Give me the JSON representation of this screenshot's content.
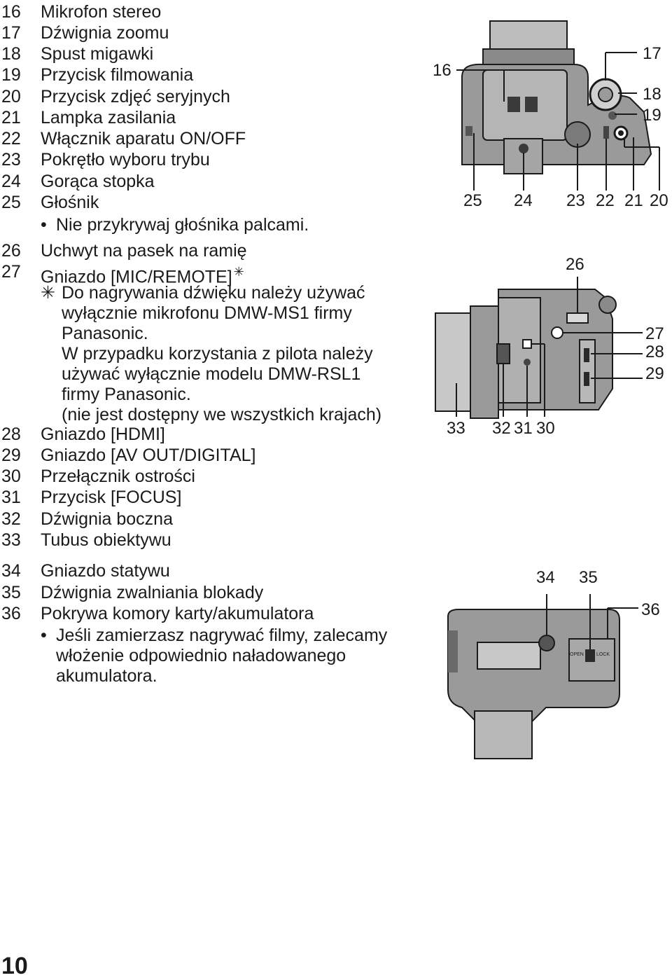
{
  "items_a": [
    {
      "num": "16",
      "text": "Mikrofon stereo"
    },
    {
      "num": "17",
      "text": "Dźwignia zoomu"
    },
    {
      "num": "18",
      "text": "Spust migawki"
    },
    {
      "num": "19",
      "text": "Przycisk filmowania"
    },
    {
      "num": "20",
      "text": "Przycisk zdjęć seryjnych"
    },
    {
      "num": "21",
      "text": "Lampka zasilania"
    },
    {
      "num": "22",
      "text": "Włącznik aparatu ON/OFF"
    },
    {
      "num": "23",
      "text": "Pokrętło wyboru trybu"
    },
    {
      "num": "24",
      "text": "Gorąca stopka"
    },
    {
      "num": "25",
      "text": "Głośnik"
    }
  ],
  "item25_bullet": "Nie przykrywaj głośnika palcami.",
  "item26": {
    "num": "26",
    "text": "Uchwyt na pasek na ramię"
  },
  "item27": {
    "num": "27",
    "text": "Gniazdo [MIC/REMOTE]",
    "star": "✳"
  },
  "note": {
    "asterisk": "✳",
    "lines": [
      "Do nagrywania dźwięku należy używać",
      "wyłącznie mikrofonu DMW-MS1 firmy",
      "Panasonic.",
      "W przypadku korzystania z pilota należy",
      "używać wyłącznie modelu DMW-RSL1",
      "firmy Panasonic.",
      "(nie jest dostępny we wszystkich krajach)"
    ]
  },
  "items_b": [
    {
      "num": "28",
      "text": "Gniazdo [HDMI]"
    },
    {
      "num": "29",
      "text": "Gniazdo [AV OUT/DIGITAL]"
    },
    {
      "num": "30",
      "text": "Przełącznik ostrości"
    },
    {
      "num": "31",
      "text": "Przycisk [FOCUS]"
    },
    {
      "num": "32",
      "text": "Dźwignia boczna"
    },
    {
      "num": "33",
      "text": "Tubus obiektywu"
    }
  ],
  "items_c": [
    {
      "num": "34",
      "text": "Gniazdo statywu"
    },
    {
      "num": "35",
      "text": "Dźwignia zwalniania blokady"
    },
    {
      "num": "36",
      "text": "Pokrywa komory karty/akumulatora"
    }
  ],
  "item36_bullet": [
    "Jeśli zamierzasz nagrywać filmy, zalecamy",
    "włożenie odpowiednio naładowanego",
    "akumulatora."
  ],
  "page_number": "10",
  "diagram_top": {
    "labels": [
      "16",
      "17",
      "18",
      "19",
      "25",
      "24",
      "23",
      "22",
      "21",
      "20"
    ]
  },
  "diagram_side": {
    "labels": [
      "26",
      "27",
      "28",
      "29",
      "33",
      "32",
      "31",
      "30"
    ]
  },
  "diagram_bottom": {
    "labels": [
      "34",
      "35",
      "36"
    ],
    "open_text": "OPEN",
    "lock_text": "LOCK"
  },
  "colors": {
    "body": "#9a9a9a",
    "dark": "#4a4a4a",
    "light": "#d9d9d9",
    "ink": "#1a1a1a"
  }
}
